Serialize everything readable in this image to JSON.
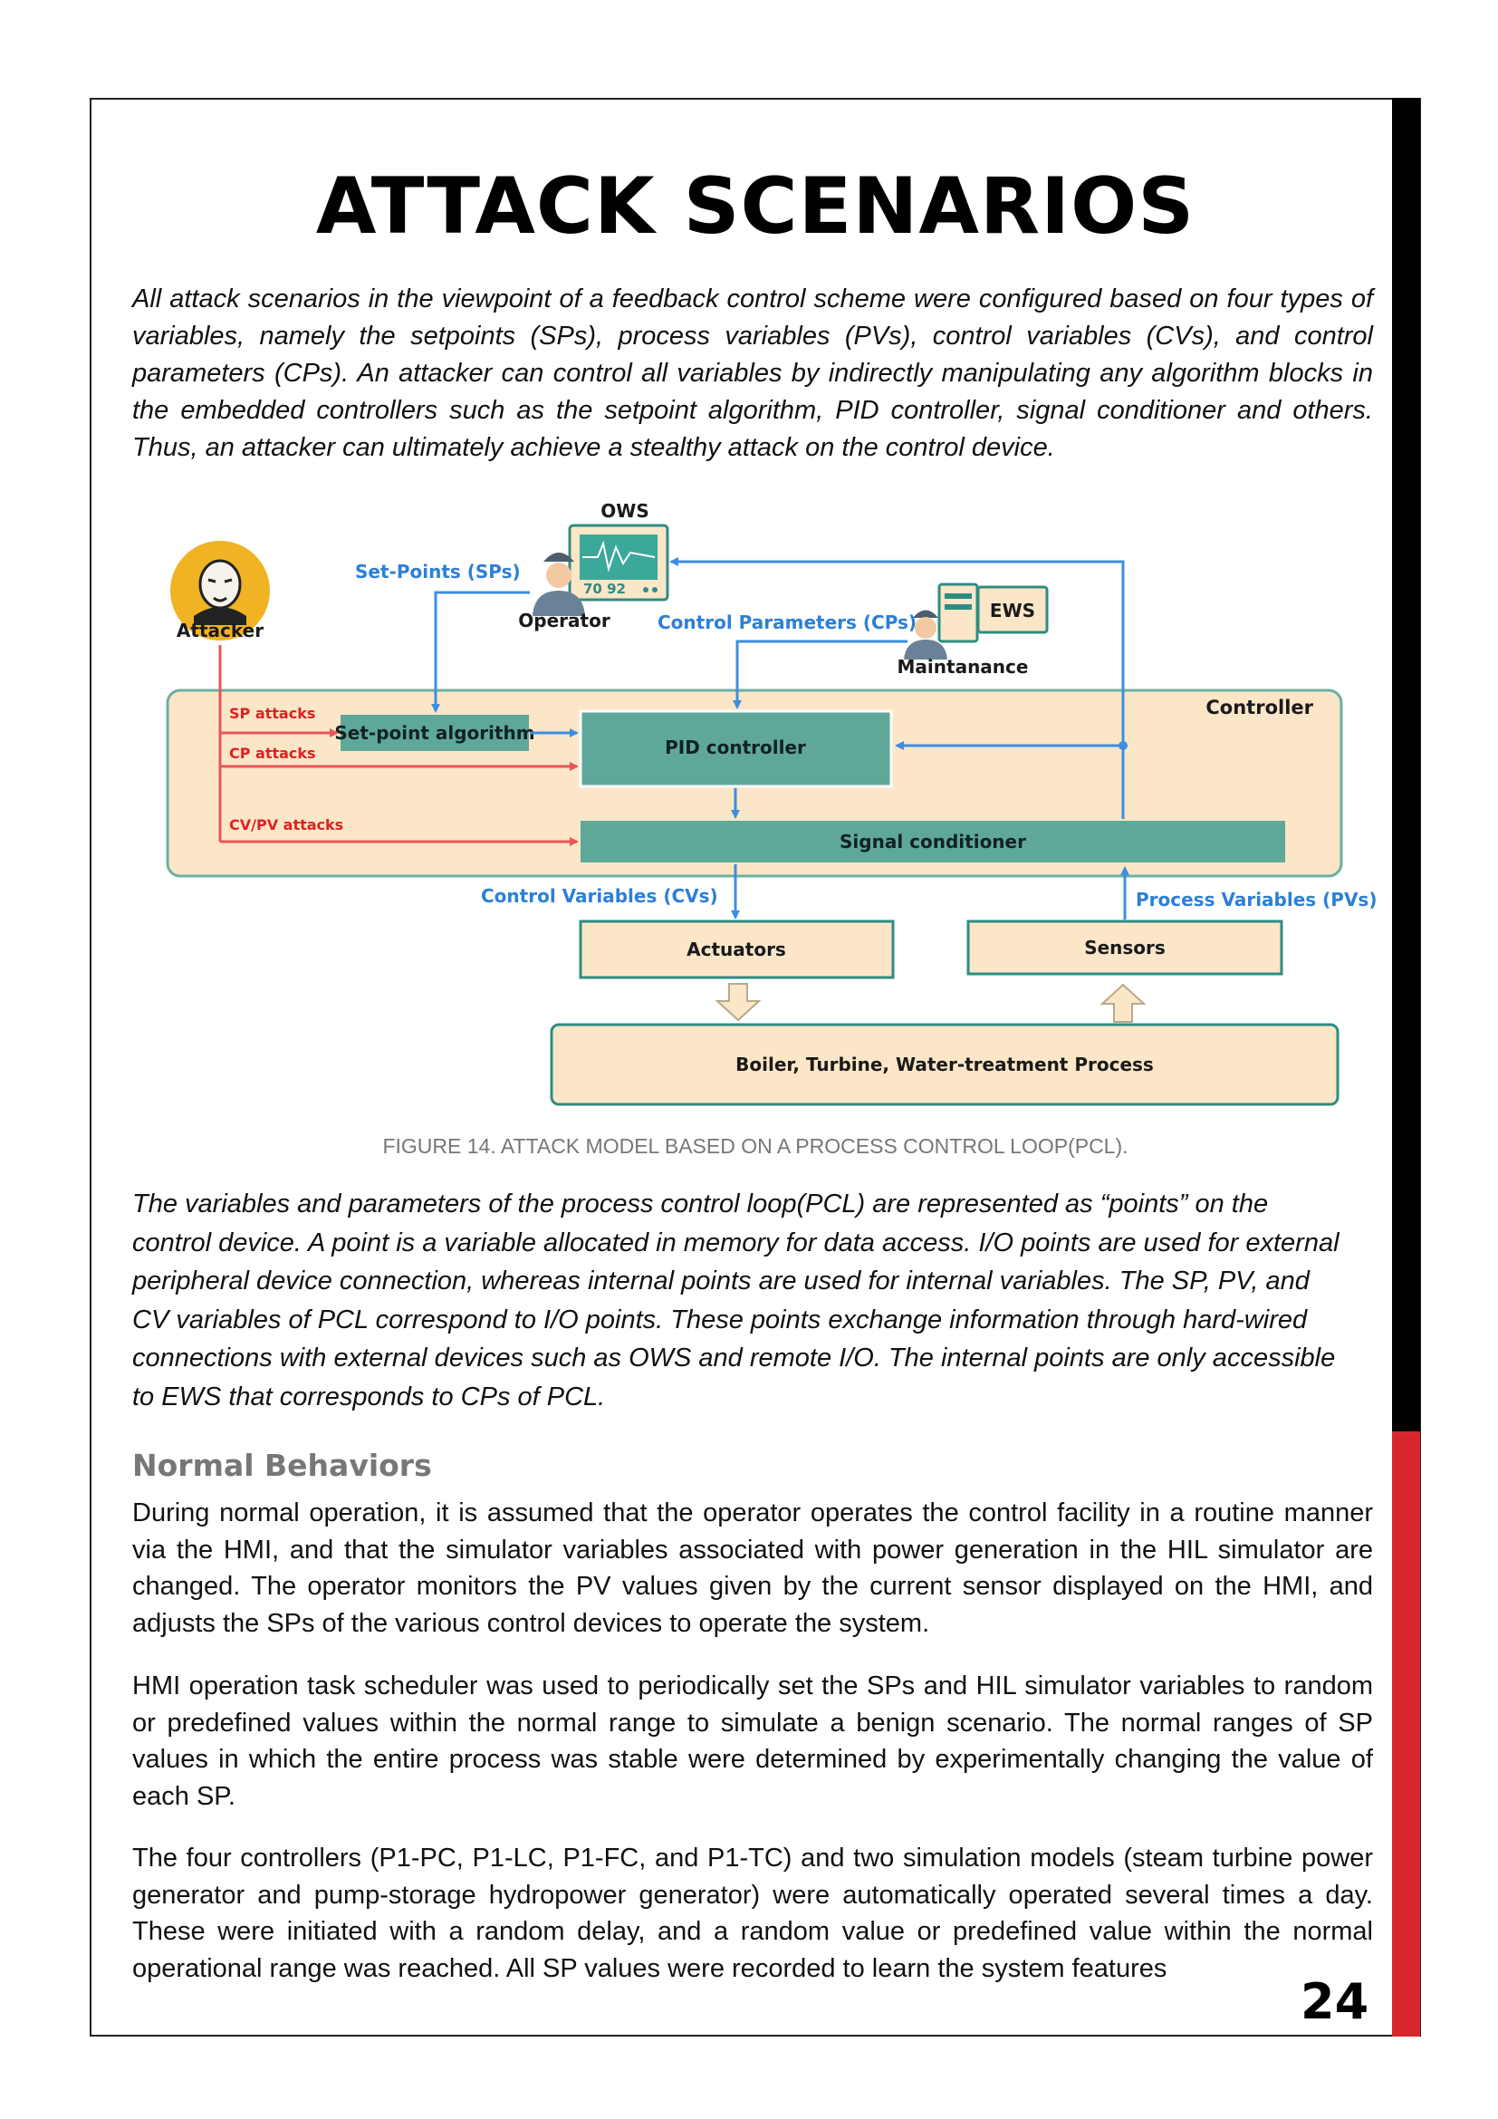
{
  "page": {
    "title": "ATTACK SCENARIOS",
    "page_number": "24",
    "colors": {
      "side_bar_top": "#000000",
      "side_bar_bottom": "#d8262e",
      "heading_gray": "#777777"
    }
  },
  "intro": "All attack scenarios in the viewpoint of a feedback control scheme were configured based on four types of variables, namely the setpoints (SPs), process variables (PVs), control variables (CVs), and control parameters (CPs). An attacker can control all variables by indirectly manipulating any algorithm blocks in the embedded controllers such as the setpoint algorithm, PID controller, signal conditioner and others. Thus, an attacker can ultimately achieve a stealthy attack on the control device.",
  "diagram": {
    "ows": "OWS",
    "ows_screen": "70 92",
    "operator": "Operator",
    "attacker": "Attacker",
    "setpoints": "Set-Points (SPs)",
    "control_parameters": "Control Parameters (CPs)",
    "ews": "EWS",
    "maintenance": "Maintanance",
    "controller": "Controller",
    "sp_attacks": "SP attacks",
    "cp_attacks": "CP attacks",
    "cvpv_attacks": "CV/PV attacks",
    "setpoint_algorithm": "Set-point algorithm",
    "pid_controller": "PID controller",
    "signal_conditioner": "Signal conditioner",
    "control_variables": "Control Variables (CVs)",
    "process_variables": "Process Variables (PVs)",
    "actuators": "Actuators",
    "sensors": "Sensors",
    "process": "Boiler, Turbine, Water-treatment Process",
    "colors": {
      "blue": "#3d8ee0",
      "red": "#e8555a",
      "teal": "#5fa899",
      "beige": "#fbe6c8",
      "green_border": "#2f8c82"
    }
  },
  "figure_caption": "FIGURE 14. ATTACK MODEL BASED ON A PROCESS CONTROL LOOP(PCL).",
  "variables_paragraph": "The variables and parameters of the process control loop(PCL) are represented as “points” on the control device. A point is a variable allocated in memory for data access. I/O points are used for external peripheral device connection, whereas internal points are used for internal variables. The SP, PV, and CV variables of PCL correspond to I/O points. These points exchange information through hard-wired connections with external devices such as OWS and remote I/O. The internal points are only accessible to EWS that corresponds to CPs of PCL.",
  "normal": {
    "heading": "Normal Behaviors",
    "p1": "During normal operation, it is assumed that the operator operates the control facility in a routine manner via the HMI, and that the simulator variables associated with power generation in the HIL simulator are changed. The operator monitors the PV values given by the current sensor displayed on the HMI, and adjusts the SPs of the various control devices to operate the system.",
    "p2": "HMI operation task scheduler was used to periodically set the SPs and HIL simulator variables to random or predefined values within the normal range to simulate a benign scenario. The normal ranges of SP values in which the entire process was stable were determined by experimentally changing the value of each SP.",
    "p3": "The four controllers (P1-PC, P1-LC, P1-FC, and P1-TC) and two simulation models (steam turbine power generator and pump-storage hydropower generator) were automatically operated several times a day. These were initiated with a random delay, and a random value or predefined value within the normal operational range was reached. All SP values were recorded to learn the system features"
  }
}
